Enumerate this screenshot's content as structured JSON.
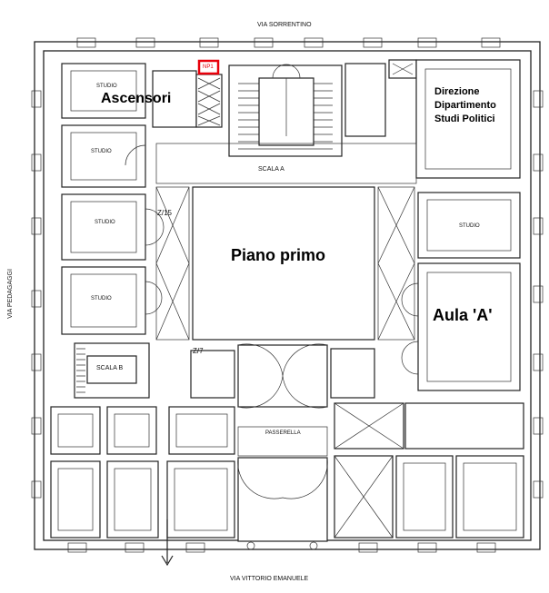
{
  "streets": {
    "top": "VIA SORRENTINO",
    "bottom": "VIA VITTORIO EMANUELE",
    "left": "VIA PEDAGAGGI"
  },
  "labels": {
    "ascensori": "Ascensori",
    "direzione_line1": "Direzione",
    "direzione_line2": "Dipartimento",
    "direzione_line3": "Studi Politici",
    "piano": "Piano primo",
    "aula": "Aula 'A'",
    "np1": "NP1"
  },
  "small_labels": {
    "studio": "STUDIO",
    "scala_a": "SCALA A",
    "scala_b": "SCALA B",
    "passerella": "PASSERELLA",
    "z15": "Z/15",
    "z7": "Z/7"
  },
  "colors": {
    "marker": "#e8000b",
    "line": "#222222",
    "background": "#ffffff"
  },
  "icons": {
    "exit_arrow": "down-arrow-icon"
  }
}
